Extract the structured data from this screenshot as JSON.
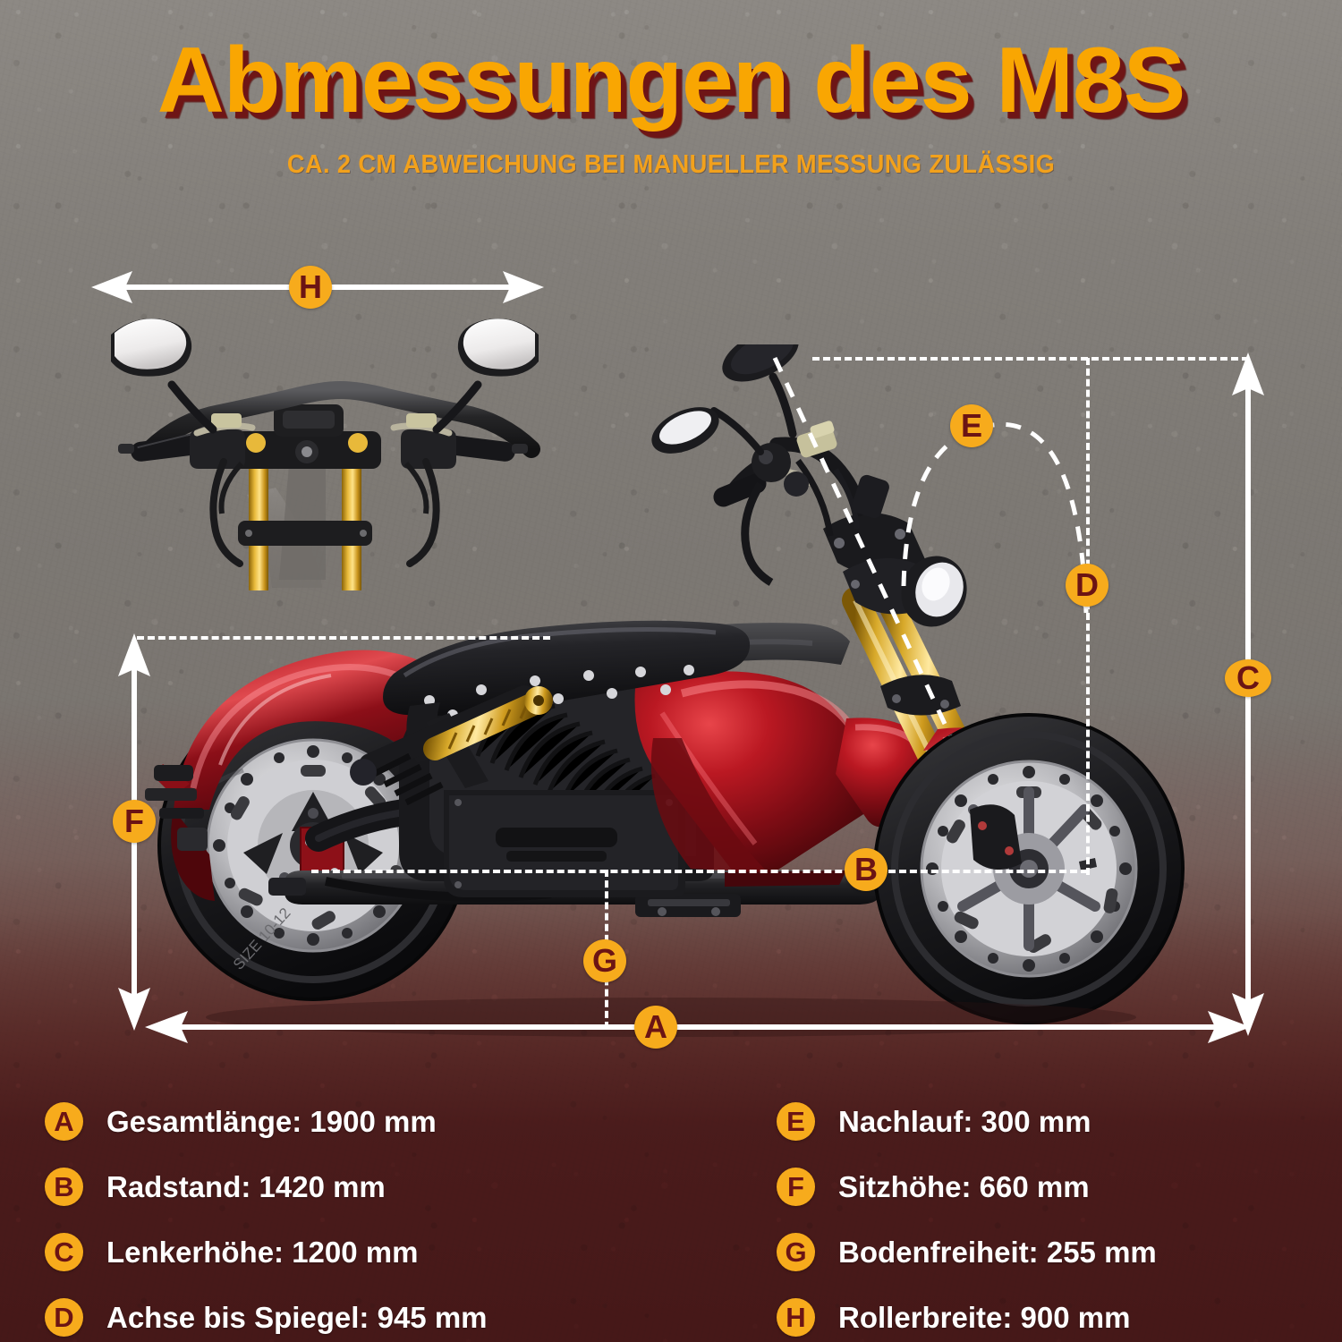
{
  "header": {
    "title": "Abmessungen des M8S",
    "subtitle": "CA. 2 CM ABWEICHUNG BEI MANUELLER MESSUNG ZULÄSSIG"
  },
  "colors": {
    "badge_fill": "#F7AB1C",
    "badge_text": "#6B1414",
    "title_fill": "#F9A602",
    "title_shadow": "#6E1516",
    "subtitle_fill": "#F2A11C",
    "line": "#FFFFFF",
    "bg_top": "#837F7A",
    "bg_bottom": "#4E2426"
  },
  "diagram": {
    "markers": [
      {
        "id": "A",
        "label": "A"
      },
      {
        "id": "B",
        "label": "B"
      },
      {
        "id": "C",
        "label": "C"
      },
      {
        "id": "D",
        "label": "D"
      },
      {
        "id": "E",
        "label": "E"
      },
      {
        "id": "F",
        "label": "F"
      },
      {
        "id": "G",
        "label": "G"
      },
      {
        "id": "H",
        "label": "H"
      }
    ],
    "views": {
      "top_view_name": "scooter-handlebar-front-view",
      "side_view_name": "scooter-side-view"
    }
  },
  "legend": {
    "left": [
      {
        "key": "A",
        "text": "Gesamtlänge: 1900 mm"
      },
      {
        "key": "B",
        "text": "Radstand: 1420 mm"
      },
      {
        "key": "C",
        "text": "Lenkerhöhe: 1200 mm"
      },
      {
        "key": "D",
        "text": "Achse bis Spiegel: 945 mm"
      }
    ],
    "right": [
      {
        "key": "E",
        "text": "Nachlauf: 300 mm"
      },
      {
        "key": "F",
        "text": "Sitzhöhe: 660 mm"
      },
      {
        "key": "G",
        "text": "Bodenfreiheit: 255 mm"
      },
      {
        "key": "H",
        "text": "Rollerbreite: 900 mm"
      }
    ]
  },
  "measurements": {
    "A": {
      "name": "Gesamtlänge",
      "value": 1900,
      "unit": "mm"
    },
    "B": {
      "name": "Radstand",
      "value": 1420,
      "unit": "mm"
    },
    "C": {
      "name": "Lenkerhöhe",
      "value": 1200,
      "unit": "mm"
    },
    "D": {
      "name": "Achse bis Spiegel",
      "value": 945,
      "unit": "mm"
    },
    "E": {
      "name": "Nachlauf",
      "value": 300,
      "unit": "mm"
    },
    "F": {
      "name": "Sitzhöhe",
      "value": 660,
      "unit": "mm"
    },
    "G": {
      "name": "Bodenfreiheit",
      "value": 255,
      "unit": "mm"
    },
    "H": {
      "name": "Rollerbreite",
      "value": 900,
      "unit": "mm"
    }
  }
}
